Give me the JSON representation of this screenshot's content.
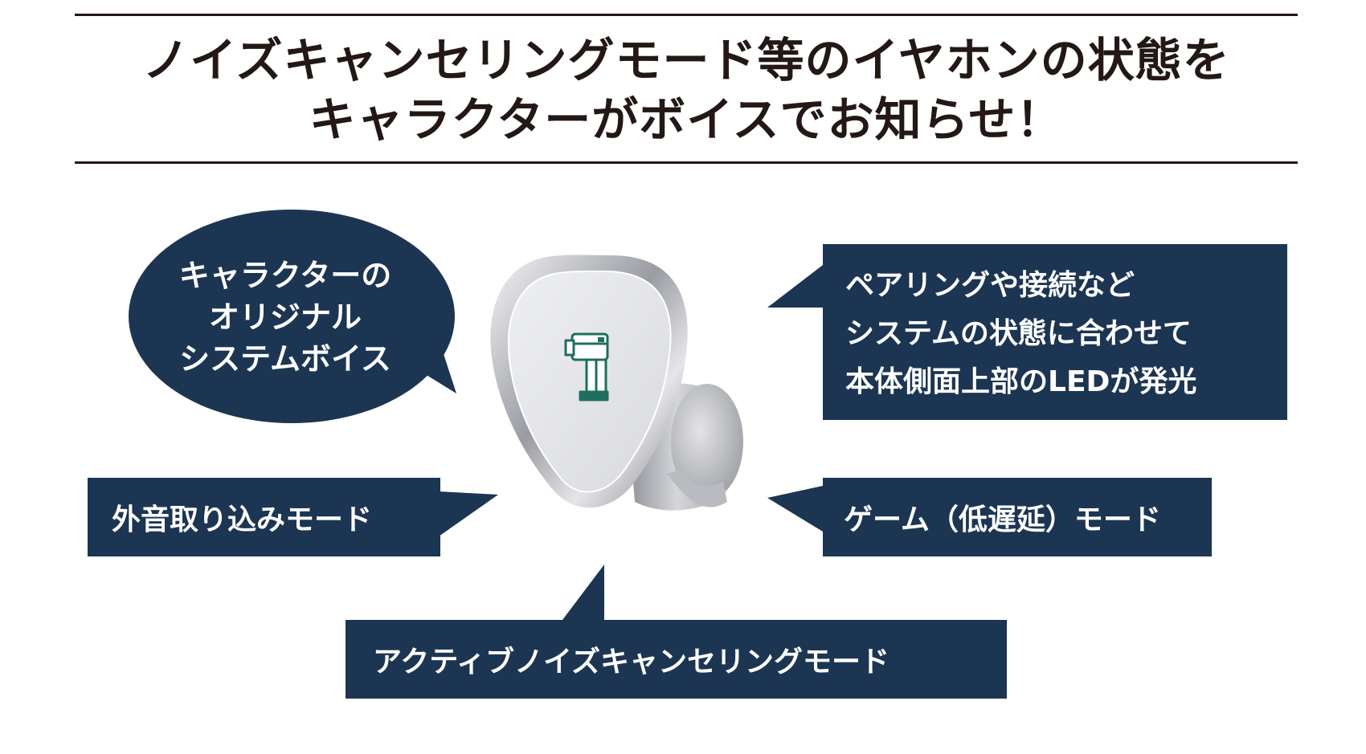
{
  "headline": {
    "line1": "ノイズキャンセリングモード等のイヤホンの状態を",
    "line2": "キャラクターがボイスでお知らせ！"
  },
  "bubble": {
    "line1": "キャラクターの",
    "line2": "オリジナル",
    "line3": "システムボイス"
  },
  "led_box": {
    "line1": "ペアリングや接続など",
    "line2": "システムの状態に合わせて",
    "line3": "本体側面上部のLEDが発光"
  },
  "ambient_box": {
    "label": "外音取り込みモード"
  },
  "game_box": {
    "label": "ゲーム（低遅延）モード"
  },
  "anc_box": {
    "label": "アクティブノイズキャンセリングモード"
  },
  "colors": {
    "navy": "#1c3552",
    "headline_text": "#231815",
    "logo_teal": "#1f6e5f"
  }
}
